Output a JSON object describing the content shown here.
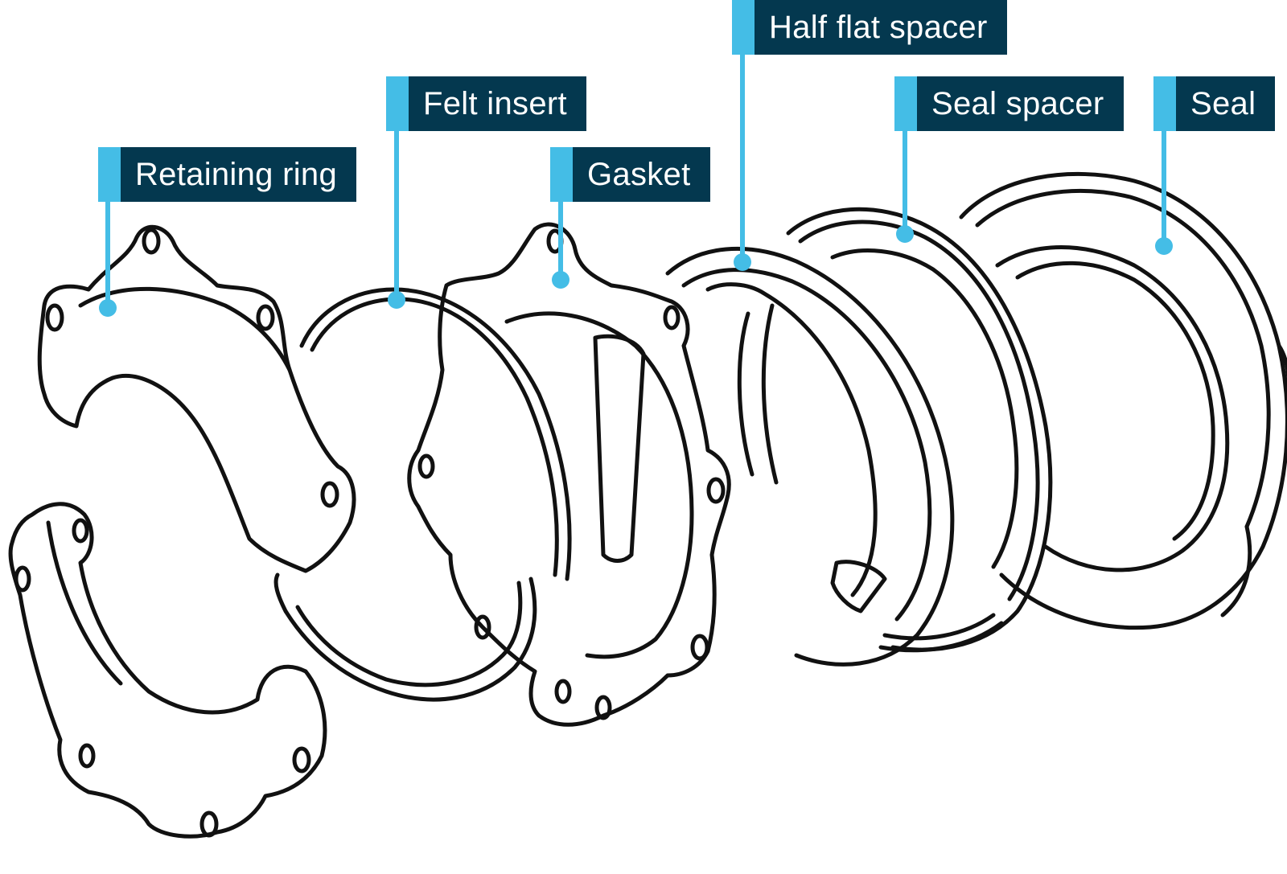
{
  "diagram": {
    "colors": {
      "label_bg": "#04384f",
      "accent": "#44bde6",
      "ink": "#111111"
    },
    "labels": {
      "retaining_ring": "Retaining ring",
      "felt_insert": "Felt insert",
      "gasket": "Gasket",
      "half_flat_spacer": "Half flat spacer",
      "seal_spacer": "Seal spacer",
      "seal": "Seal"
    }
  }
}
